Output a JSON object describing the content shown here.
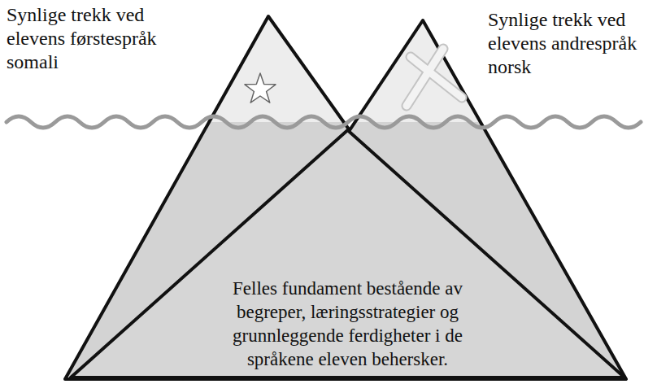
{
  "diagram": {
    "nodes": [
      {
        "text": [
          "Felles fundament bestående av begreper, læringsstrategier og grunnleggende ferdigheter i de språkene eleven behersker."
        ]
      }
    ],
    "labels": [
      "Synlige trekk ved elevens førstespråk somali",
      "Synlige trekk ved elevens andrespråk norsk"
    ]
  }
}
